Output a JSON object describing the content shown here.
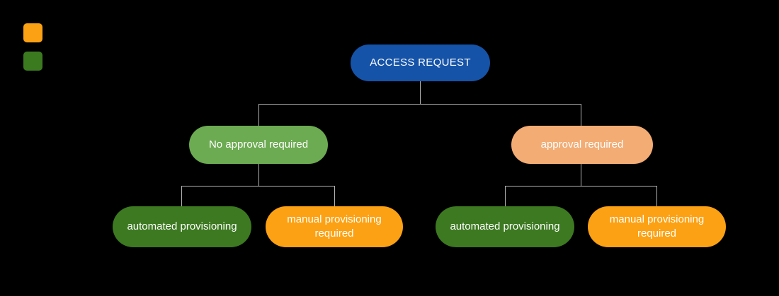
{
  "diagram": {
    "background_color": "#000000",
    "connector_color": "#b3b3b3",
    "legend": {
      "swatches": [
        {
          "name": "orange-swatch",
          "color": "#fca113"
        },
        {
          "name": "green-swatch",
          "color": "#3c7a20"
        }
      ]
    },
    "nodes": {
      "root": {
        "label": "ACCESS REQUEST",
        "color": "#1553a8",
        "text_color": "#ffffff"
      },
      "no_approval": {
        "label": "No approval required",
        "color": "#6cab51",
        "text_color": "#ffffff"
      },
      "approval": {
        "label": "approval required",
        "color": "#f2ac74",
        "text_color": "#ffffff"
      },
      "auto_left": {
        "label": "automated provisioning",
        "color": "#3c7920",
        "text_color": "#ffffff"
      },
      "manual_left": {
        "label": "manual provisioning required",
        "color": "#fca113",
        "text_color": "#ffffff"
      },
      "auto_right": {
        "label": "automated provisioning",
        "color": "#3c7920",
        "text_color": "#ffffff"
      },
      "manual_right": {
        "label": "manual provisioning required",
        "color": "#fca113",
        "text_color": "#ffffff"
      }
    }
  }
}
